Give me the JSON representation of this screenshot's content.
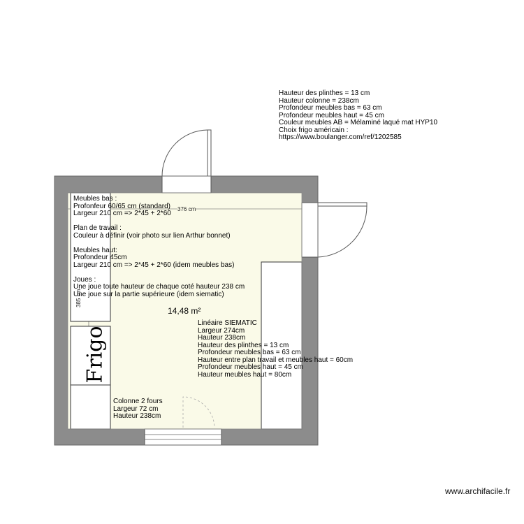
{
  "notes": {
    "top_right": "Hauteur des plinthes = 13 cm\nHauteur colonne = 238cm\nProfondeur meubles bas = 63 cm\nProfondeur meubles haut = 45 cm\nCouleur meubles AB = Mélaminé laqué mat HYP10\nChoix frigo américain :\nhttps://www.boulanger.com/ref/1202585",
    "left_block": "Meubles bas :\nProfonfeur 60/65 cm (standard)\nLargeur 210 cm => 2*45 + 2*60\n\nPlan de travail :\nCouleur à définir (voir photo sur lien Arthur bonnet)\n\nMeubles haut:\nProfondeur 45cm\nLargeur 210 cm => 2*45 + 2*60 (idem meubles bas)\n\nJoues :\nUne joue toute hauteur de chaque coté hauteur 238 cm\nUne joue sur la partie supérieure (idem siematic)",
    "lineaire": "Linéaire SIEMATIC\nLargeur 274cm\nHauteur 238cm\nHauteur des plinthes = 13 cm\nProfondeur meubles bas = 63 cm\nHauteur entre plan travail et meubles haut = 60cm\nProfondeur meubles haut = 45 cm\nHauteur meubles haut = 80cm",
    "colonne": "Colonne 2 fours\nLargeur 72 cm\nHauteur 238cm"
  },
  "room": {
    "area": "14,48 m²",
    "width_dim": "376 cm",
    "height_dim": "385 cm"
  },
  "appliances": {
    "fridge_label": "Frigo"
  },
  "watermark": "www.archifacile.fr",
  "colors": {
    "wall": "#8c8c8c",
    "floor": "#fafae8",
    "line": "#444444"
  }
}
